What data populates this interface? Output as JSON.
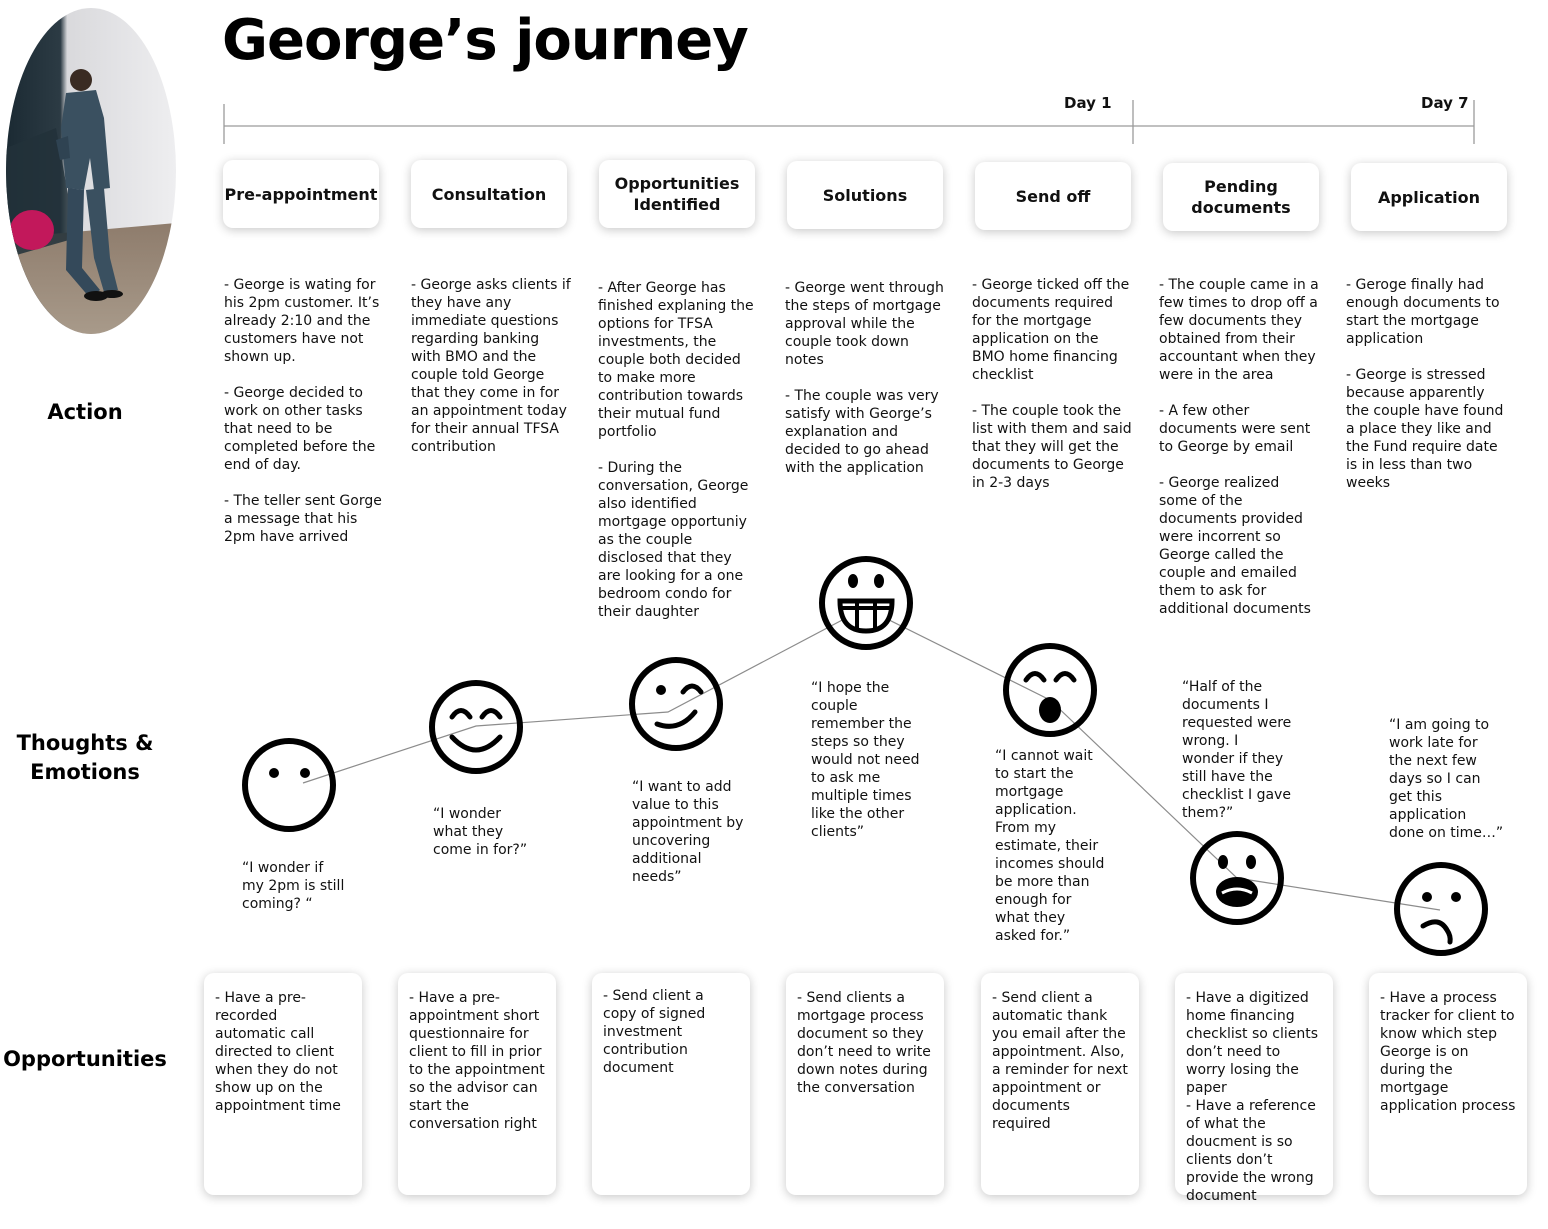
{
  "title": "George’s journey",
  "photo_icon": "businessman-photo",
  "row_labels": {
    "action": "Action",
    "thoughts": "Thoughts &\nEmotions",
    "opportunities": "Opportunities"
  },
  "timeline": {
    "day1": "Day 1",
    "day7": "Day 7"
  },
  "stages": [
    {
      "name": "Pre-appointment",
      "action": "- George is wating for his 2pm customer. It’s already 2:10 and the customers have not shown up.\n\n- George decided to work on other tasks that need to be completed before the end of day.\n\n- The teller sent Gorge a message that his 2pm have arrived",
      "emotion": "neutral",
      "quote": "“I wonder if\nmy 2pm is still\ncoming? “",
      "opportunity": "- Have a pre-recorded automatic call directed to client when they do not show up on the appointment time"
    },
    {
      "name": "Consultation",
      "action": "- George asks clients if they have any immediate questions regarding banking with BMO and the couple told George that they come in for an appointment today for their annual TFSA contribution",
      "emotion": "happy",
      "quote": "“I wonder\nwhat they\ncome in for?”",
      "opportunity": "- Have a pre-appointment short questionnaire for client to fill in prior to the appointment so the advisor can start the conversation right"
    },
    {
      "name": "Opportunities\nIdentified",
      "action": "- After George has finished explaning the options for TFSA investments, the couple both decided to make more contribution towards their mutual fund portfolio\n\n- During the conversation, George also identified mortgage opportuniy as the couple disclosed that they are looking for a one bedroom condo for their daughter",
      "emotion": "wink",
      "quote": "“I want to add\nvalue to this\nappointment by\nuncovering\nadditional\nneeds”",
      "opportunity": "- Send client a copy of signed investment contribution document"
    },
    {
      "name": "Solutions",
      "action": "- George went through the steps of mortgage approval while the couple took down notes\n\n- The couple was very satisfy with George’s explanation and decided to go ahead with the application",
      "emotion": "grin",
      "quote": "“I hope the\ncouple\nremember the\nsteps so they\nwould not need\nto ask me\nmultiple times\nlike the other\nclients”",
      "opportunity": "- Send clients a mortgage process document so they don’t need to write down notes during the conversation"
    },
    {
      "name": "Send off",
      "action": "- George ticked off the documents required for the mortgage application on the BMO home financing checklist\n\n- The couple took the list with them and said that they will get the documents to George in 2-3 days",
      "emotion": "excited",
      "quote": "“I cannot wait\nto start the\nmortgage\napplication.\nFrom my\nestimate, their\nincomes should\nbe more than\nenough for\nwhat they\nasked for.”",
      "opportunity": "- Send client a automatic thank you email after the appointment. Also, a reminder for next appointment or documents required"
    },
    {
      "name": "Pending\ndocuments",
      "action": "- The couple came in a few times to drop off a few documents they obtained from their accountant when they were in the area\n\n- A few other documents were sent to George by email\n\n- George realized some of the documents provided were incorrent so George called the couple and emailed them to ask for additional documents",
      "emotion": "shocked",
      "quote": "“Half of the\ndocuments I\nrequested were\nwrong. I\nwonder if they\nstill have the\nchecklist I gave\nthem?”",
      "opportunity": "- Have a digitized home financing checklist so clients don’t need to worry losing the paper\n- Have a reference of what the doucment is so clients don’t provide the wrong document"
    },
    {
      "name": "Application",
      "action": "- Geroge finally had enough documents to start the mortgage application\n\n- George is stressed because apparently the couple have found a place they like and the Fund require date is in less than two weeks",
      "emotion": "worried",
      "quote": "“I am going to\nwork late for\nthe next few\ndays so I can\nget this\napplication\ndone on time…”",
      "opportunity": "- Have a process tracker for client to know which step George is on during the mortgage application process"
    }
  ]
}
